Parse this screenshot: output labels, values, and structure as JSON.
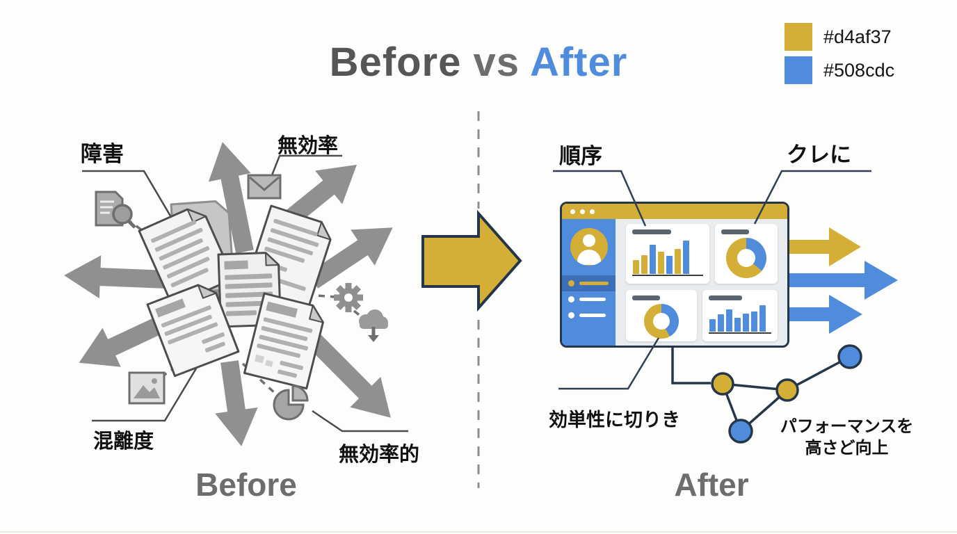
{
  "title": {
    "before": "Before",
    "vs": " vs ",
    "after": "After"
  },
  "legend": {
    "items": [
      {
        "swatch": "#d4af37",
        "label": "#d4af37"
      },
      {
        "swatch": "#508cdc",
        "label": "#508cdc"
      }
    ]
  },
  "before_section": {
    "caption": "Before",
    "label_top_left": "障害",
    "label_top_right": "無効率",
    "label_bottom_left": "混離度",
    "label_bottom_right": "無効率的",
    "icons": [
      "document-search-icon",
      "envelope-icon",
      "gear-icon",
      "cloud-download-icon",
      "image-icon",
      "pie-chart-icon",
      "document-icon",
      "arrow-icon"
    ]
  },
  "after_section": {
    "caption": "After",
    "label_top_left": "順序",
    "label_top_right": "クレに",
    "label_bottom_left": "効単性に切りき",
    "label_bottom_right_line1": "パフォーマンスを",
    "label_bottom_right_line2": "高さど向上",
    "icons": [
      "dashboard-window",
      "avatar-icon",
      "bar-chart-icon",
      "donut-chart-icon",
      "node-graph-icon",
      "arrow-icon"
    ]
  },
  "dashboard": {
    "charts": [
      {
        "type": "bar",
        "values": [
          0.38,
          0.52,
          0.8,
          0.62,
          0.5,
          0.7,
          0.92
        ],
        "colors": [
          "#d4af37",
          "#d4af37",
          "#508cdc",
          "#d4af37",
          "#508cdc",
          "#d4af37",
          "#508cdc"
        ]
      },
      {
        "type": "donut",
        "blue_pct": 36
      },
      {
        "type": "donut",
        "blue_pct": 42
      },
      {
        "type": "bar",
        "values": [
          0.45,
          0.62,
          0.8,
          0.5,
          0.64,
          0.72,
          0.95
        ],
        "colors": [
          "#508cdc",
          "#508cdc",
          "#508cdc",
          "#508cdc",
          "#508cdc",
          "#508cdc",
          "#508cdc"
        ]
      }
    ]
  },
  "colors": {
    "gold": "#d4af37",
    "blue": "#508cdc",
    "arrow_gray": "#909090",
    "navy": "#253649",
    "after_title_blue": "#4f8cdc"
  }
}
